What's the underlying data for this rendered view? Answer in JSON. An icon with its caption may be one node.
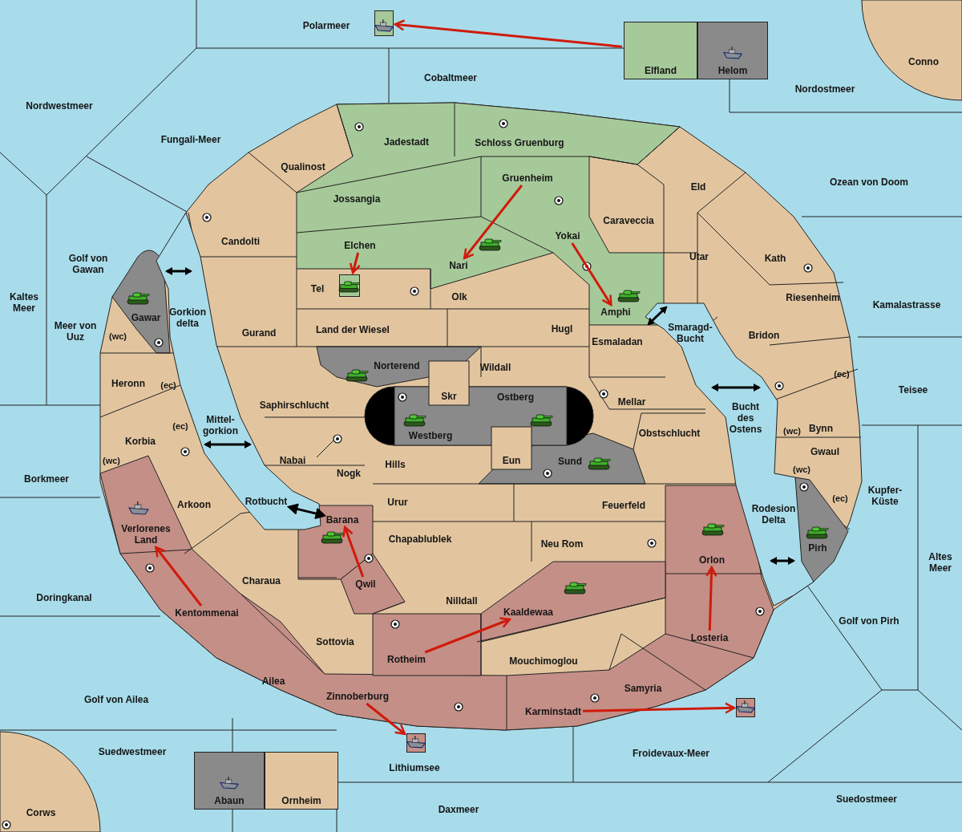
{
  "diagram": {
    "nodes": [
      {
        "text": [
          "Polarmeer"
        ]
      },
      {
        "text": [],
        "shape": "box"
      },
      {
        "text": [
          "Elfland"
        ]
      },
      {
        "text": [
          "Helom"
        ]
      },
      {
        "text": [
          "Cobaltmeer"
        ]
      },
      {
        "text": [
          "Conno"
        ]
      },
      {
        "text": [
          "Nordwestmeer"
        ]
      },
      {
        "text": [
          "Nordostmeer"
        ]
      },
      {
        "text": [
          "Fungali-Meer"
        ]
      },
      {
        "text": [
          "Jadestadt"
        ]
      },
      {
        "text": [
          "Schloss Gruenburg"
        ]
      },
      {
        "text": [
          "Qualinost"
        ]
      },
      {
        "text": [
          "Gruenheim"
        ]
      },
      {
        "text": [
          "Eld"
        ]
      },
      {
        "text": [
          "Ozean von Doom"
        ]
      },
      {
        "text": [
          "Jossangia"
        ]
      },
      {
        "text": [
          "Caraveccia"
        ]
      },
      {
        "text": [
          "Candolti"
        ]
      },
      {
        "text": [
          "Golf von Gawan"
        ]
      },
      {
        "text": [
          "Yokai"
        ]
      },
      {
        "text": [
          "Elchen"
        ]
      },
      {
        "text": [
          "Utar"
        ]
      },
      {
        "text": [
          "Kath"
        ]
      },
      {
        "text": [
          "Nari"
        ]
      },
      {
        "text": [
          "Kaltes Meer"
        ]
      },
      {
        "text": [
          "Tel"
        ]
      },
      {
        "text": [],
        "shape": "box"
      },
      {
        "text": [
          "Olk"
        ]
      },
      {
        "text": [
          "Riesenheim"
        ]
      },
      {
        "text": [
          "Kamalastrasse"
        ]
      },
      {
        "text": [
          "Gawar"
        ]
      },
      {
        "text": [
          "Gorkion delta"
        ]
      },
      {
        "text": [
          "Amphi"
        ]
      },
      {
        "text": [
          "Meer von Uuz"
        ]
      },
      {
        "text": [
          "Land der Wiesel"
        ]
      },
      {
        "text": [
          "Hugl"
        ]
      },
      {
        "text": [
          "Smaragd-Bucht"
        ]
      },
      {
        "text": [
          "Gurand"
        ]
      },
      {
        "text": [
          "Bridon"
        ]
      },
      {
        "text": [
          "Esmaladan"
        ]
      },
      {
        "text": [
          "Heronn"
        ]
      },
      {
        "text": [
          "Norterend"
        ]
      },
      {
        "text": [
          "Wildall"
        ]
      },
      {
        "text": [
          "Teisee"
        ]
      },
      {
        "text": [
          "Skr"
        ]
      },
      {
        "text": [
          "Ostberg"
        ]
      },
      {
        "text": [
          "Mellar"
        ]
      },
      {
        "text": [
          "Saphirschlucht"
        ]
      },
      {
        "text": [
          "Bucht des Ostens"
        ]
      },
      {
        "text": [
          "Mittel-gorkion"
        ]
      },
      {
        "text": [
          "Westberg"
        ]
      },
      {
        "text": [
          "Obstschlucht"
        ]
      },
      {
        "text": [
          "Bynn"
        ]
      },
      {
        "text": [
          "Korbia"
        ]
      },
      {
        "text": [
          "Gwaul"
        ]
      },
      {
        "text": [
          "Nabai"
        ]
      },
      {
        "text": [
          "Eun"
        ]
      },
      {
        "text": [
          "Sund"
        ]
      },
      {
        "text": [
          "Hills"
        ]
      },
      {
        "text": [
          "Nogk"
        ]
      },
      {
        "text": [
          "Borkmeer"
        ]
      },
      {
        "text": [
          "Kupfer-Küste"
        ]
      },
      {
        "text": [
          "Urur"
        ]
      },
      {
        "text": [
          "Feuerfeld"
        ]
      },
      {
        "text": [
          "Rotbucht"
        ]
      },
      {
        "text": [
          "Arkoon"
        ]
      },
      {
        "text": [
          "Rodesion Delta"
        ]
      },
      {
        "text": [
          "Barana"
        ]
      },
      {
        "text": [
          "Verlorenes Land"
        ]
      },
      {
        "text": [
          "Chapablublek"
        ]
      },
      {
        "text": [
          "Neu Rom"
        ]
      },
      {
        "text": [
          "Orlon"
        ]
      },
      {
        "text": [
          "Pirh"
        ]
      },
      {
        "text": [
          "Altes Meer"
        ]
      },
      {
        "text": [
          "Charaua"
        ]
      },
      {
        "text": [
          "Qwil"
        ]
      },
      {
        "text": [
          "Nilldall"
        ]
      },
      {
        "text": [
          "Doringkanal"
        ]
      },
      {
        "text": [
          "Kaaldewaa"
        ]
      },
      {
        "text": [
          "Kentommenai"
        ]
      },
      {
        "text": [
          "Golf von Pirh"
        ]
      },
      {
        "text": [
          "Losteria"
        ]
      },
      {
        "text": [
          "Sottovia"
        ]
      },
      {
        "text": [
          "Rotheim"
        ]
      },
      {
        "text": [
          "Mouchimoglou"
        ]
      },
      {
        "text": [
          "Ailea"
        ]
      },
      {
        "text": [
          "Samyria"
        ]
      },
      {
        "text": [
          "Golf von Ailea"
        ]
      },
      {
        "text": [
          "Zinnoberburg"
        ]
      },
      {
        "text": [
          "Karminstadt"
        ]
      },
      {
        "text": [],
        "shape": "box"
      },
      {
        "text": [],
        "shape": "box"
      },
      {
        "text": [
          "Suedwestmeer"
        ]
      },
      {
        "text": [
          "Froidevaux-Meer"
        ]
      },
      {
        "text": [
          "Lithiumsee"
        ]
      },
      {
        "text": [
          "Abaun"
        ]
      },
      {
        "text": [
          "Ornheim"
        ]
      },
      {
        "text": [
          "Daxmeer"
        ]
      },
      {
        "text": [
          "Suedostmeer"
        ]
      },
      {
        "text": [
          "Corws"
        ]
      }
    ],
    "edges": [
      {
        "from": 2,
        "to": 1,
        "arrow": "to"
      },
      {
        "from": 20,
        "to": 26,
        "arrow": "to"
      },
      {
        "from": 12,
        "to": 23,
        "arrow": "to"
      },
      {
        "from": 19,
        "to": 32,
        "arrow": "to"
      },
      {
        "from": 79,
        "to": 68,
        "arrow": "to"
      },
      {
        "from": 75,
        "to": 67,
        "arrow": "to"
      },
      {
        "from": 83,
        "to": 78,
        "arrow": "to"
      },
      {
        "from": 81,
        "to": 71,
        "arrow": "to"
      },
      {
        "from": 89,
        "to": 90,
        "arrow": "to"
      },
      {
        "from": 88,
        "to": 91,
        "arrow": "to"
      },
      {
        "from": 64,
        "to": 67,
        "arrow": "both",
        "color": "#000000"
      }
    ],
    "labels": [
      "(wc)",
      "(ec)",
      "(ec)",
      "(ec)",
      "(wc)",
      "(wc)",
      "(wc)",
      "(ec)"
    ]
  }
}
